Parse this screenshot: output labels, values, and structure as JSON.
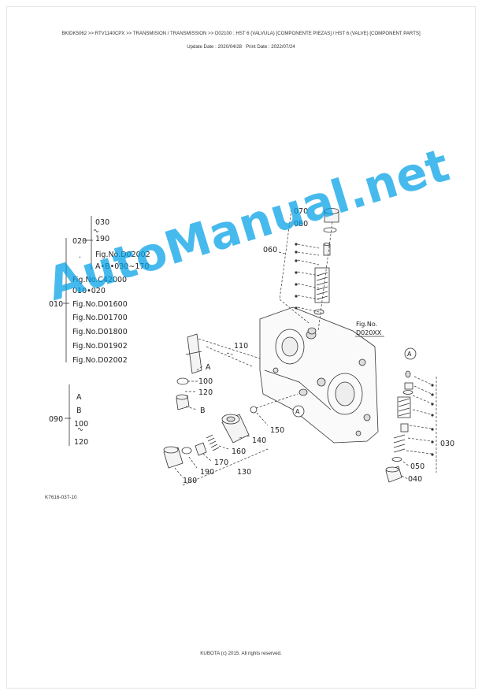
{
  "header": {
    "breadcrumb": "BKIDK5062 >> RTV1140CPX >> TRANSMISION / TRANSMISSION >> D02100 : HST 6 (VALVULA) [COMPONENTE PIEZAS] / HST 6 (VALVE) [COMPONENT PARTS]",
    "update_label": "Update Date :",
    "update_date": "2020/04/28",
    "print_label": "Print Date :",
    "print_date": "2022/07/24"
  },
  "tree": {
    "root": "010",
    "group020": "020",
    "group020_items": [
      "030",
      "190"
    ],
    "group020_fig": "Fig.No.D02002",
    "group020_range": "A•B•030∼170",
    "items": [
      "Fig.No.C42000",
      "010•020",
      "Fig.No.D01600",
      "Fig.No.D01700",
      "Fig.No.D01800",
      "Fig.No.D01902",
      "Fig.No.D02002"
    ],
    "group090": "090",
    "group090_items": [
      "A",
      "B",
      "100",
      "120"
    ]
  },
  "callouts": {
    "p070": "070",
    "p080": "080",
    "p060": "060",
    "p110": "110",
    "figref_line1": "Fig.No.",
    "figref_line2": "D020XX",
    "pA1": "A",
    "p100": "100",
    "p120": "120",
    "pB": "B",
    "pA2": "A",
    "pA3": "A",
    "p150": "150",
    "p140": "140",
    "p160": "160",
    "p170": "170",
    "p190": "190",
    "p180": "180",
    "p130": "130",
    "p030": "030",
    "p050": "050",
    "p040": "040"
  },
  "figure_code": "K7616-037-10",
  "footer": "KUBOTA (c) 2015. All rights reserved.",
  "watermark": "AutoManual.net"
}
